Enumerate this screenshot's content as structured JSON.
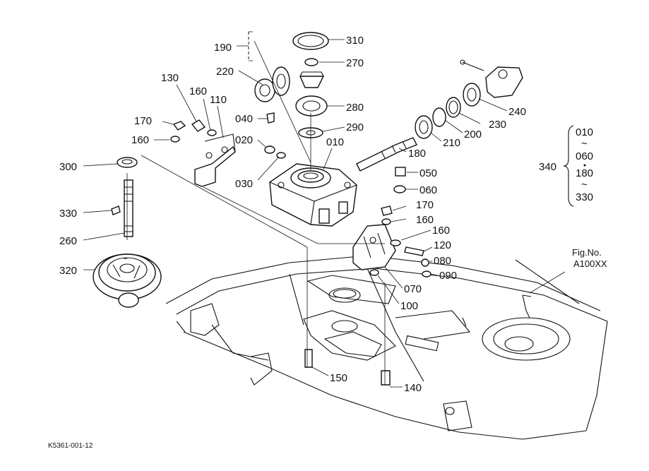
{
  "callouts": [
    {
      "id": "p310",
      "text": "310"
    },
    {
      "id": "p270",
      "text": "270"
    },
    {
      "id": "p190",
      "text": "190"
    },
    {
      "id": "p220",
      "text": "220"
    },
    {
      "id": "p280",
      "text": "280"
    },
    {
      "id": "p290",
      "text": "290"
    },
    {
      "id": "p130",
      "text": "130"
    },
    {
      "id": "p160a",
      "text": "160"
    },
    {
      "id": "p110",
      "text": "110"
    },
    {
      "id": "p040",
      "text": "040"
    },
    {
      "id": "p170a",
      "text": "170"
    },
    {
      "id": "p160b",
      "text": "160"
    },
    {
      "id": "p020",
      "text": "020"
    },
    {
      "id": "p010",
      "text": "010"
    },
    {
      "id": "p030",
      "text": "030"
    },
    {
      "id": "p300",
      "text": "300"
    },
    {
      "id": "p330",
      "text": "330"
    },
    {
      "id": "p260",
      "text": "260"
    },
    {
      "id": "p320",
      "text": "320"
    },
    {
      "id": "p050",
      "text": "050"
    },
    {
      "id": "p060",
      "text": "060"
    },
    {
      "id": "p170b",
      "text": "170"
    },
    {
      "id": "p160c",
      "text": "160"
    },
    {
      "id": "p160d",
      "text": "160"
    },
    {
      "id": "p120",
      "text": "120"
    },
    {
      "id": "p080",
      "text": "080"
    },
    {
      "id": "p090",
      "text": "090"
    },
    {
      "id": "p070",
      "text": "070"
    },
    {
      "id": "p100",
      "text": "100"
    },
    {
      "id": "p150",
      "text": "150"
    },
    {
      "id": "p140",
      "text": "140"
    },
    {
      "id": "p180",
      "text": "180"
    },
    {
      "id": "p210",
      "text": "210"
    },
    {
      "id": "p200",
      "text": "200"
    },
    {
      "id": "p230",
      "text": "230"
    },
    {
      "id": "p240",
      "text": "240"
    },
    {
      "id": "p340",
      "text": "340"
    }
  ],
  "range_group": {
    "from": "010",
    "mid1": "060",
    "mid2": "180",
    "to": "330",
    "tilde": "~"
  },
  "fig_label": {
    "line1": "Fig.No.",
    "line2": "A100XX"
  },
  "drawing_code": "K5361-001-12"
}
